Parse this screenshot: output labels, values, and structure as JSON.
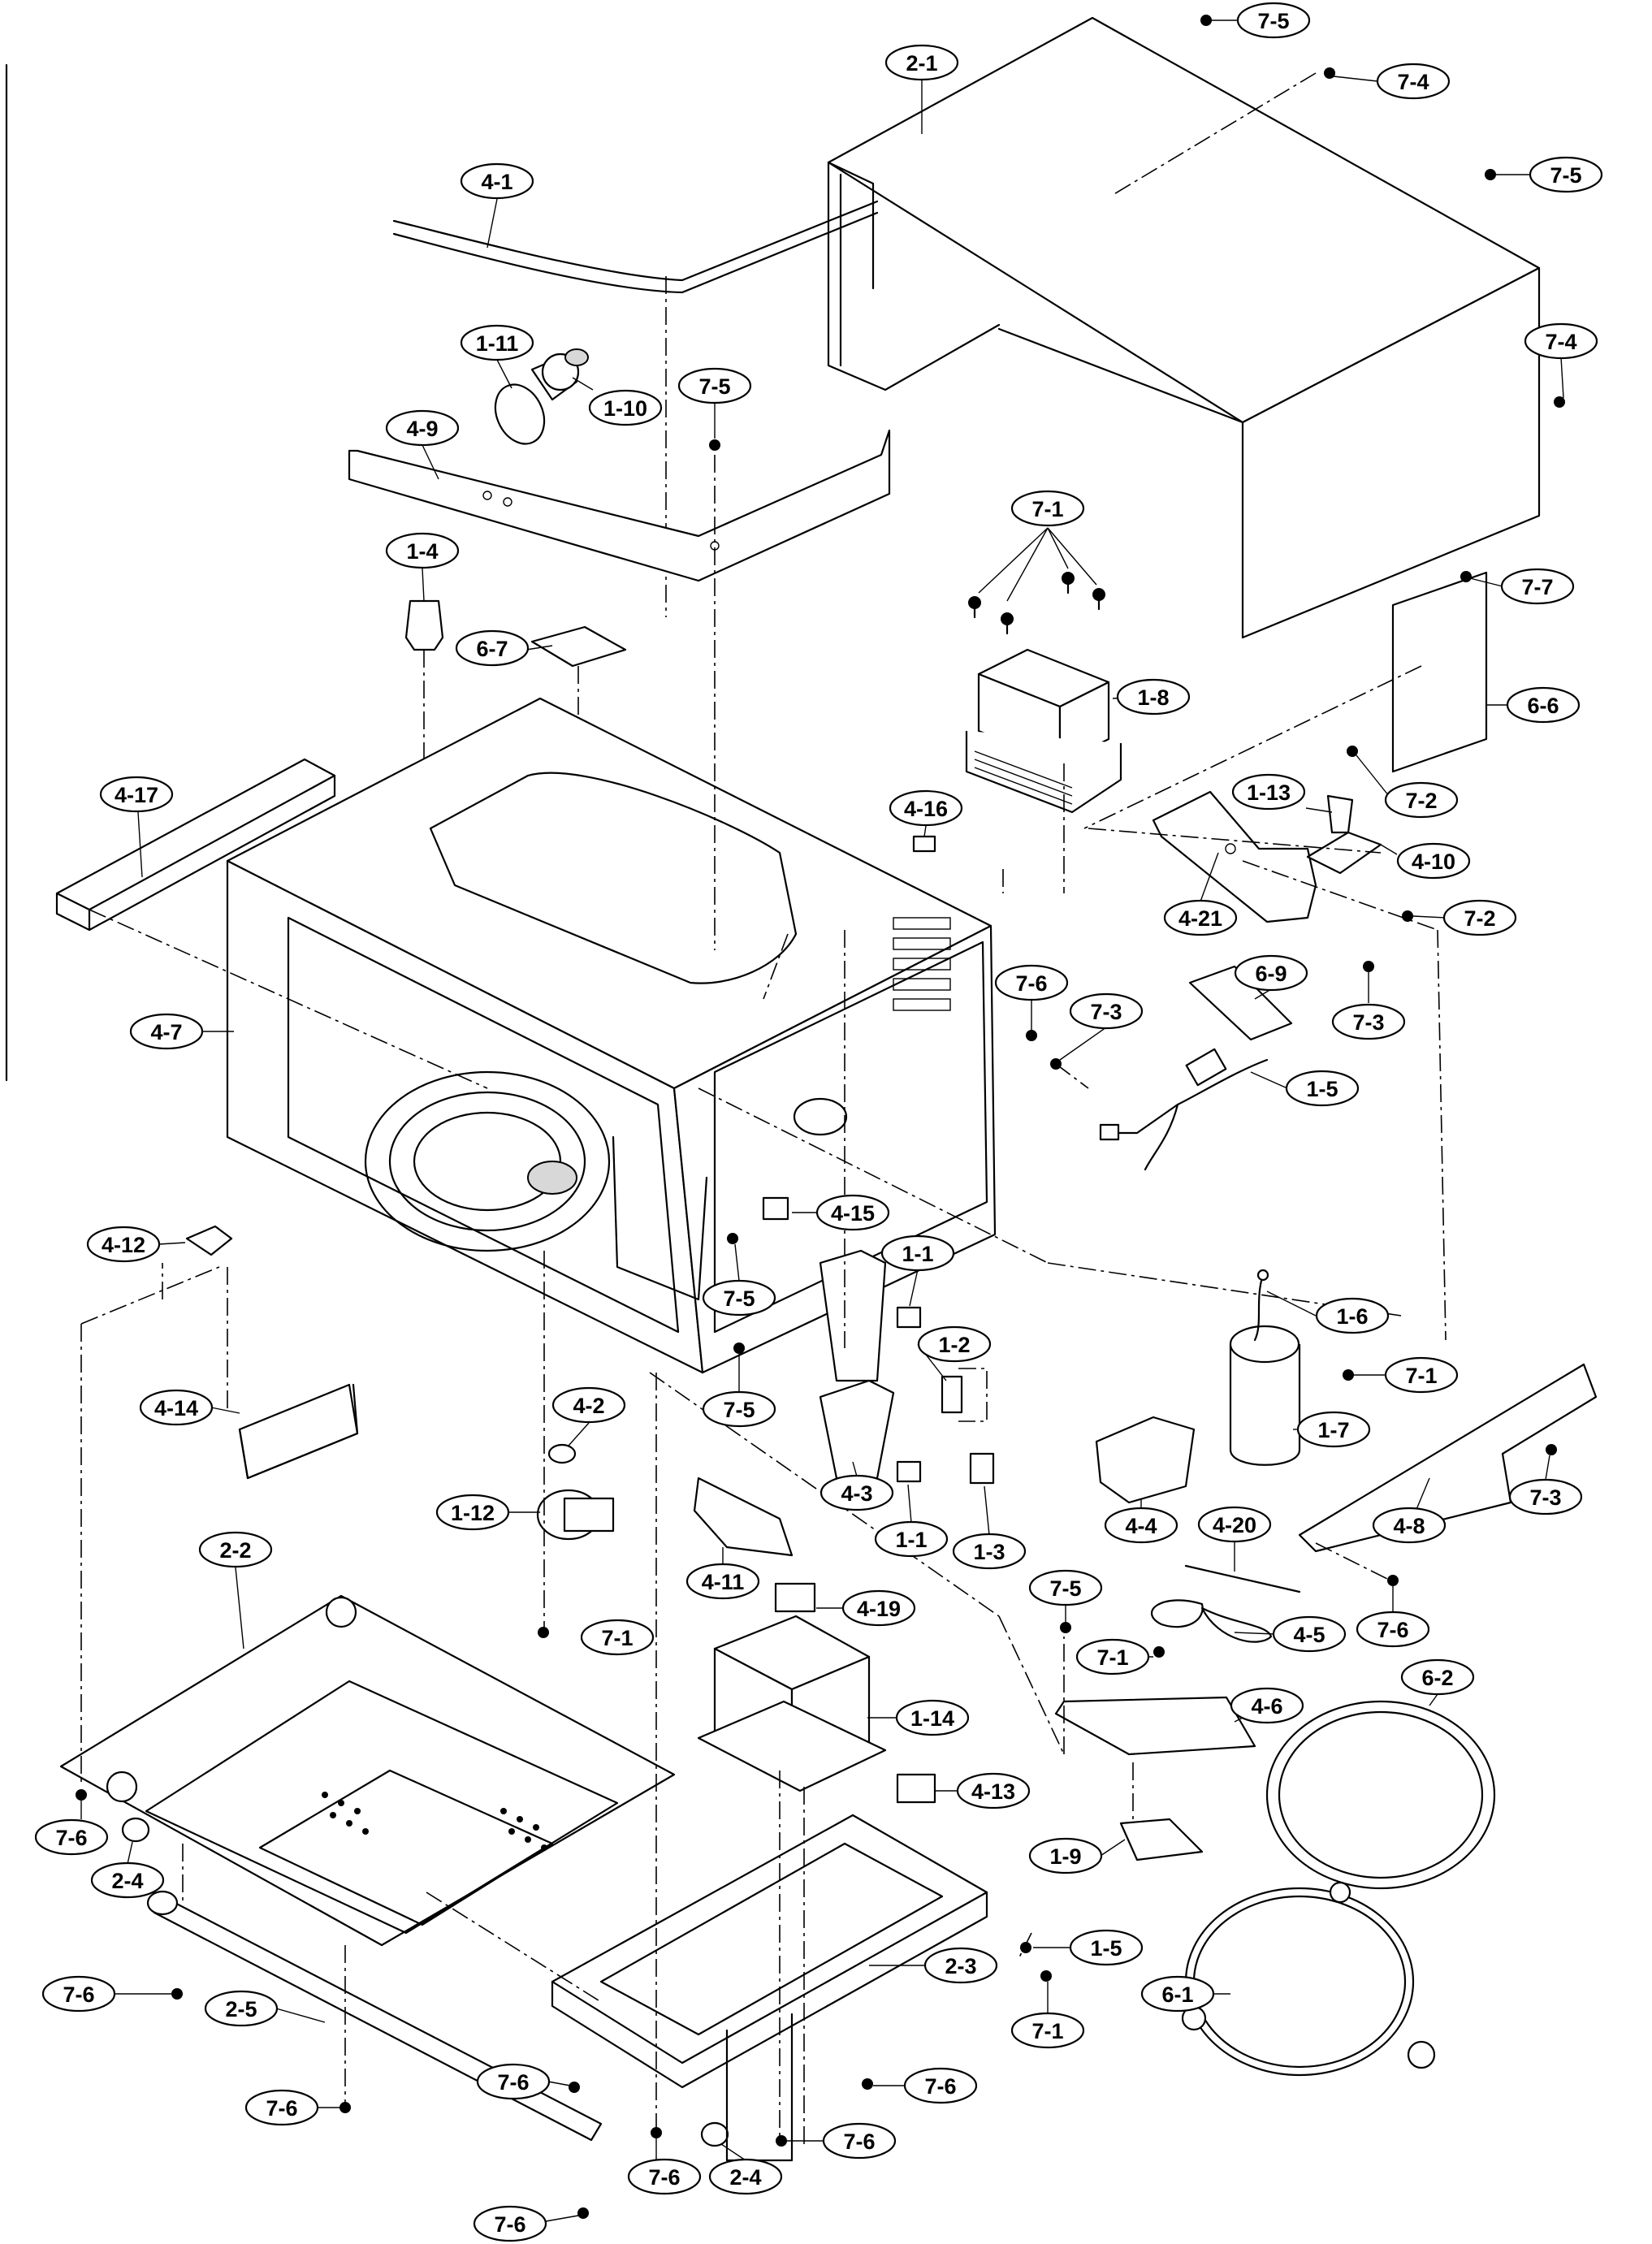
{
  "labels": {
    "7-5a": "7-5",
    "7-4a": "7-4",
    "2-1": "2-1",
    "7-5b": "7-5",
    "4-1": "4-1",
    "7-4b": "7-4",
    "1-11": "1-11",
    "1-10": "1-10",
    "7-5c": "7-5",
    "4-9": "4-9",
    "7-1a": "7-1",
    "1-4": "1-4",
    "7-7": "7-7",
    "6-7": "6-7",
    "1-8": "1-8",
    "6-6": "6-6",
    "7-2a": "7-2",
    "4-17": "4-17",
    "4-16": "4-16",
    "1-13": "1-13",
    "4-10": "4-10",
    "4-21": "4-21",
    "7-2b": "7-2",
    "7-3a": "7-3",
    "6-9": "6-9",
    "4-7": "4-7",
    "7-6a": "7-6",
    "7-3b": "7-3",
    "1-5a": "1-5",
    "4-15": "4-15",
    "4-12": "4-12",
    "7-5d": "7-5",
    "1-1a": "1-1",
    "1-6": "1-6",
    "1-2": "1-2",
    "7-1b": "7-1",
    "4-14": "4-14",
    "7-5e": "7-5",
    "4-2": "4-2",
    "1-7": "1-7",
    "1-12": "1-12",
    "4-3": "4-3",
    "1-1b": "1-1",
    "1-3": "1-3",
    "4-4": "4-4",
    "4-8": "4-8",
    "7-3c": "7-3",
    "4-20": "4-20",
    "2-2": "2-2",
    "4-11": "4-11",
    "7-6b": "7-6",
    "4-19": "4-19",
    "7-5f": "7-5",
    "4-5": "4-5",
    "7-1c": "7-1",
    "7-1d": "7-1",
    "4-6": "4-6",
    "6-2": "6-2",
    "1-14": "1-14",
    "4-13": "4-13",
    "7-6c": "7-6",
    "2-4a": "2-4",
    "1-9": "1-9",
    "1-5b": "1-5",
    "2-3": "2-3",
    "7-6d": "7-6",
    "2-5": "2-5",
    "7-1e": "7-1",
    "6-1": "6-1",
    "7-6e": "7-6",
    "7-6f": "7-6",
    "7-6g": "7-6",
    "7-6h": "7-6",
    "7-6i": "7-6",
    "7-6j": "7-6",
    "2-4b": "2-4"
  }
}
